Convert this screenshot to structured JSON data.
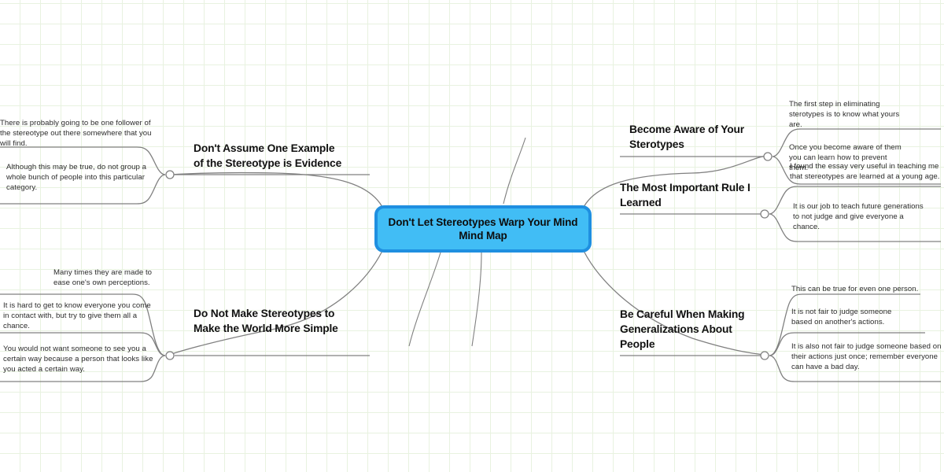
{
  "canvas": {
    "background_color": "#ffffff",
    "grid_color": "#e8f2e0",
    "connector_color": "#808080"
  },
  "central_node": {
    "label": "Don't Let Stereotypes Warp Your Mind\nMind Map",
    "fill_color": "#41bdf5",
    "border_color": "#1f8fe0",
    "text_color": "#0d0d0d"
  },
  "branches": [
    {
      "id": "dont-assume-one-example",
      "position": "top-left",
      "topic": "Don't Assume One Example\nof the Stereotype is Evidence",
      "subtopics": [
        {
          "text": "There is probably going to be one follower of\nthe stereotype out there somewhere that you\nwill find."
        },
        {
          "text": "Although this may be true, do not group a\nwhole bunch of people into this particular\ncategory."
        }
      ]
    },
    {
      "id": "become-aware-of-your-sterotypes",
      "position": "top-right",
      "topic": "Become Aware of Your\nSterotypes",
      "subtopics": [
        {
          "text": "The first step in eliminating\nsterotypes is to know what yours\nare."
        },
        {
          "text": "Once you become aware of them\nyou can learn how to prevent\nthem."
        }
      ]
    },
    {
      "id": "the-most-important-rule-i-learned",
      "position": "right",
      "topic": "The Most Important Rule I\nLearned",
      "subtopics": [
        {
          "text": "I found the essay very useful in teaching me\nthat stereotypes are learned at a young age."
        },
        {
          "text": "It is our job to teach future generations\nto not judge and give everyone a\nchance."
        }
      ]
    },
    {
      "id": "do-not-make-stereotypes-simple",
      "position": "bottom-left",
      "topic": "Do Not Make Stereotypes to\nMake the World More Simple",
      "subtopics": [
        {
          "text": "Many times they are made to\nease one's own perceptions."
        },
        {
          "text": "It is hard to get to know everyone you come\nin contact with, but try to give them all a\nchance."
        },
        {
          "text": "You would not want someone to see you a\ncertain way because a person that looks like\nyou acted a certain way."
        }
      ]
    },
    {
      "id": "be-careful-generalizations",
      "position": "bottom-right",
      "topic": "Be Careful When Making\nGeneralizations About\nPeople",
      "subtopics": [
        {
          "text": "This can be true for even one person."
        },
        {
          "text": "It is not fair to judge someone\nbased on another's actions."
        },
        {
          "text": "It is also not fair to judge someone based on\ntheir actions just once; remember everyone\ncan have a bad day."
        }
      ]
    }
  ]
}
